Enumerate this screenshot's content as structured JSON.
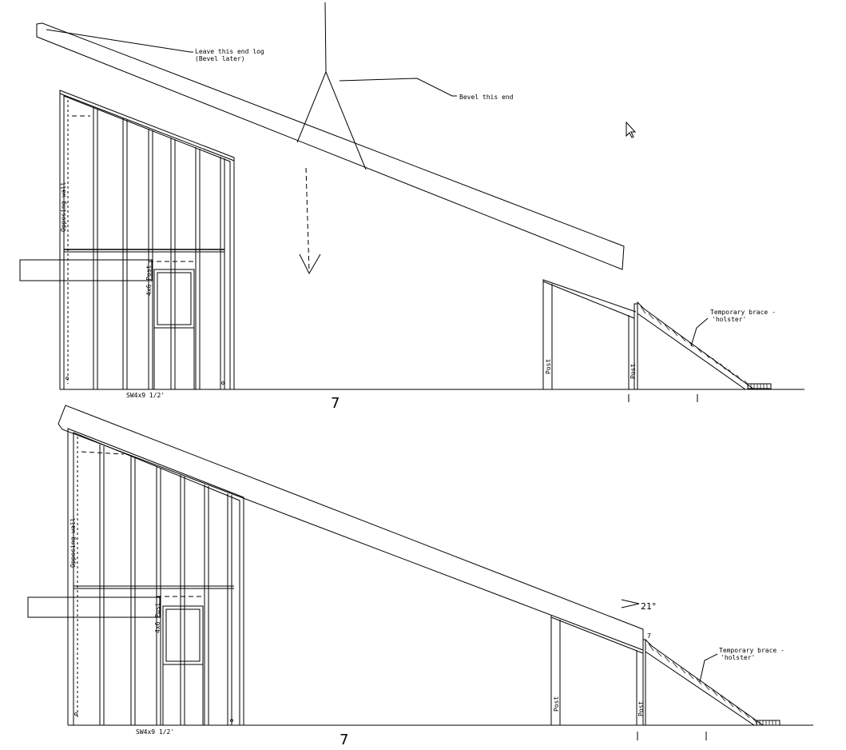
{
  "top_view": {
    "leave_note_line1": "Leave this end log",
    "leave_note_line2": "(Bevel later)",
    "bevel_note": "Bevel this end",
    "opposing_wall": "Opposing wall",
    "post_4x6": "4x6 Post",
    "sw_label": "SW4x9 1/2'",
    "dimension": "7",
    "post_left": "Post",
    "post_right": "Post",
    "brace_line1": "Temporary brace -",
    "brace_line2": "'holster'"
  },
  "bottom_view": {
    "opposing_wall": "Opposing wall",
    "post_4x6": "4x6 Post",
    "sw_label": "SW4x9 1/2'",
    "dimension": "7",
    "angle": "21°",
    "post_left": "Post",
    "post_right": "Post",
    "brace_line1": "Temporary brace -",
    "brace_line2": "'holster'",
    "mark": "7"
  }
}
